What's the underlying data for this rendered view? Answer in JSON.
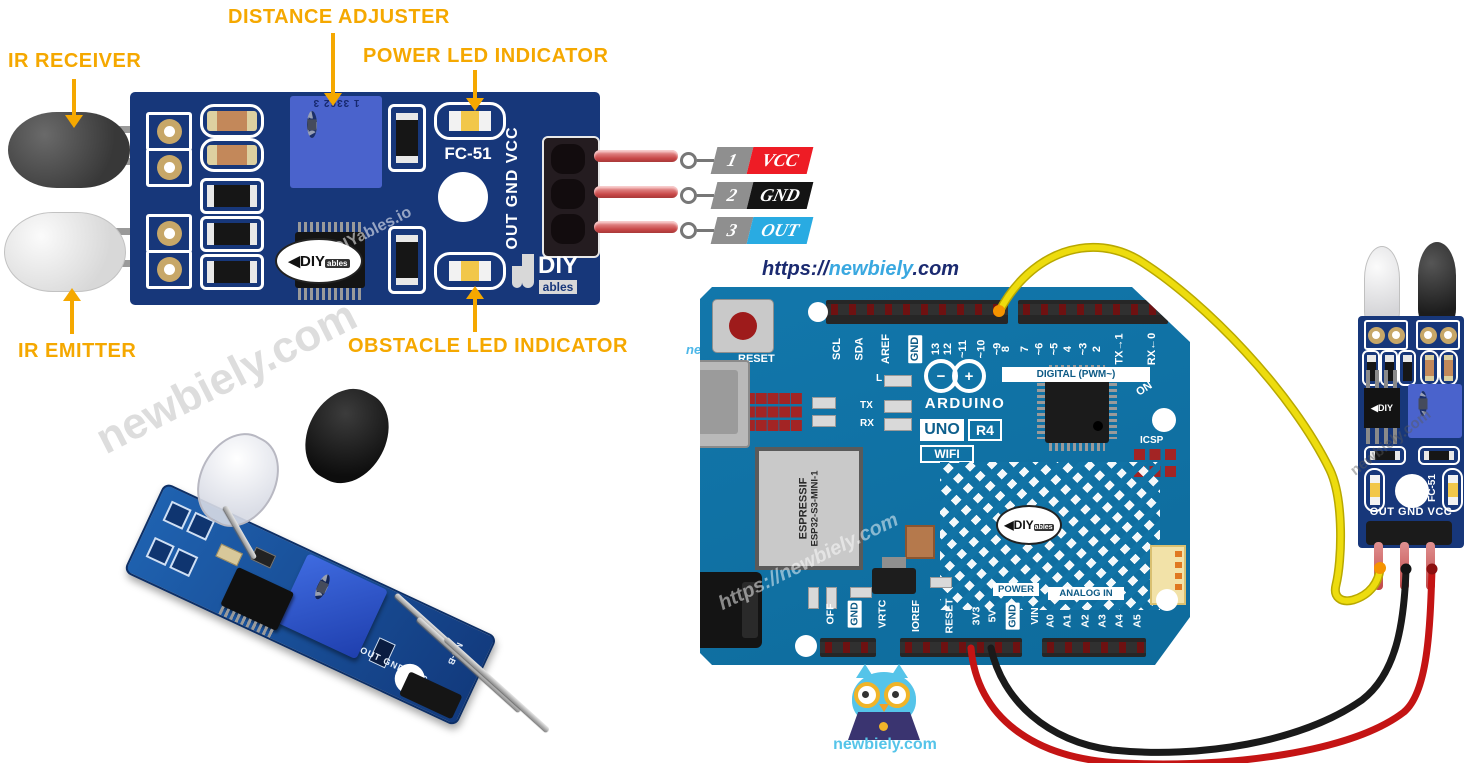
{
  "palette": {
    "label_orange": "#F5A800",
    "pcb_navy": "#17377A",
    "arduino_blue": "#1173A6",
    "vcc_red": "#EE1C25",
    "gnd_black": "#141414",
    "out_blue": "#29ABE2",
    "wire_yellow": "#EDDC0E",
    "wire_red": "#C41414",
    "wire_black": "#1A1A1A",
    "url_navy": "#1B2A70",
    "url_lightblue": "#3AA8E0",
    "owl_blue": "#55C4E9"
  },
  "pinout": {
    "labels": {
      "distance_adjuster": "DISTANCE ADJUSTER",
      "ir_receiver": "IR RECEIVER",
      "power_led": "POWER LED INDICATOR",
      "ir_emitter": "IR EMITTER",
      "obstacle_led": "OBSTACLE LED INDICATOR"
    },
    "board": {
      "model": "FC-51",
      "pin_names_vertical": "OUT GND VCC",
      "trimpot_marking": "1 3362 3",
      "watermark": "DIYables.io",
      "logo_main": "DIY",
      "logo_sub": "ables"
    },
    "pins": [
      {
        "num": "1",
        "name": "VCC"
      },
      {
        "num": "2",
        "name": "GND"
      },
      {
        "num": "3",
        "name": "OUT"
      }
    ]
  },
  "photo": {
    "silk": "OUT GND VCC",
    "silk_model": "MH-B"
  },
  "arduino": {
    "url": {
      "prefix": "https://",
      "brand": "newbiely",
      "suffix": ".com"
    },
    "watermark_diagonal": "https://newbiely.com",
    "edge_watermark": "newbiely.com",
    "reset": "RESET",
    "logo": "ARDUINO",
    "minus": "−",
    "plus": "+",
    "uno": "UNO",
    "r4": "R4",
    "wifi": "WIFI",
    "digital": "DIGITAL (PWM~)",
    "power": "POWER",
    "analog": "ANALOG IN",
    "on": "ON",
    "icsp": "ICSP",
    "tx": "TX",
    "rx": "RX",
    "l": "L",
    "esp_line1": "ESPRESSIF",
    "esp_line2": "ESP32-S3-MINI-1",
    "top_pins_left": [
      "SCL",
      "SDA",
      "AREF",
      "GND",
      "13",
      "12",
      "~11",
      "~10",
      "~9",
      "8"
    ],
    "top_pins_right": [
      "7",
      "~6",
      "~5",
      "4",
      "~3",
      "2",
      "TX→1",
      "RX←0"
    ],
    "bottom_pins_left": [
      "OFF",
      "GND",
      "VRTC"
    ],
    "bottom_pins_mid": [
      "IOREF",
      "RESET",
      "3V3",
      "5V",
      "GND",
      "VIN"
    ],
    "bottom_pins_analog": [
      "A0",
      "A1",
      "A2",
      "A3",
      "A4",
      "A5"
    ],
    "logo_main": "DIY",
    "logo_sub": "ables"
  },
  "ir_module": {
    "pin_row": "OUT GND VCC",
    "model": "FC-51",
    "watermark": "newbiely.com",
    "logo_main": "DIY",
    "logo_sub": "ables"
  },
  "branding": {
    "main_watermark": "newbiely.com",
    "footer": "newbiely.com"
  },
  "wiring": [
    {
      "signal": "OUT",
      "from": "IR sensor OUT",
      "to": "Arduino pin 8",
      "color": "#EDDC0E"
    },
    {
      "signal": "GND",
      "from": "IR sensor GND",
      "to": "Arduino GND",
      "color": "#1A1A1A"
    },
    {
      "signal": "VCC",
      "from": "IR sensor VCC",
      "to": "Arduino 5V",
      "color": "#C41414"
    }
  ]
}
